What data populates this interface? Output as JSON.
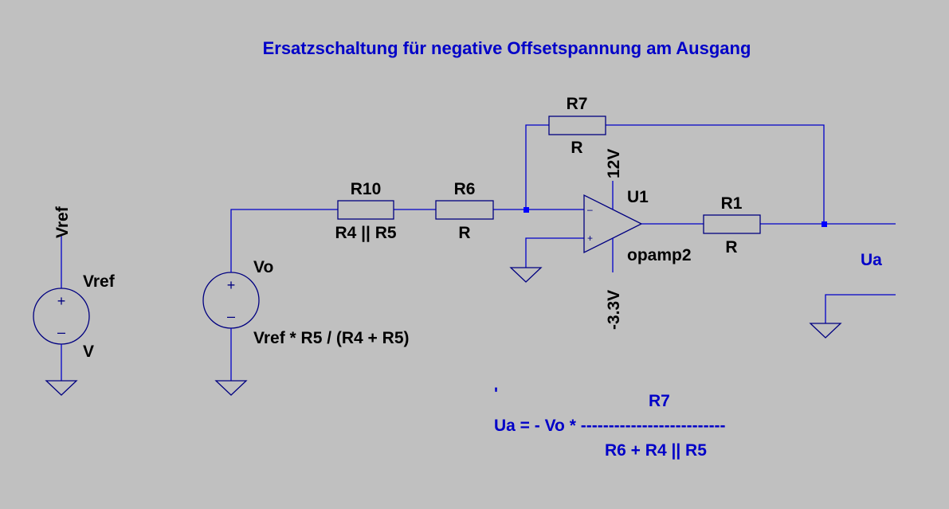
{
  "title": "Ersatzschaltung für negative Offsetspannung am Ausgang",
  "vref_source": {
    "net_label": "Vref",
    "name": "Vref",
    "value": "V",
    "plus_sign": "+",
    "minus_sign": "–"
  },
  "vo_source": {
    "name": "Vo",
    "value": "Vref * R5 / (R4 + R5)",
    "plus_sign": "+",
    "minus_sign": "–"
  },
  "resistors": {
    "r10": {
      "name": "R10",
      "value": "R4 || R5"
    },
    "r6": {
      "name": "R6",
      "value": "R"
    },
    "r7": {
      "name": "R7",
      "value": "R"
    },
    "r1": {
      "name": "R1",
      "value": "R"
    }
  },
  "opamp": {
    "name": "U1",
    "model": "opamp2",
    "supply_pos": "12V",
    "supply_neg": "-3.3V",
    "inv_sign": "–",
    "noninv_sign": "+"
  },
  "output_label": "Ua",
  "formula": {
    "mark": "'",
    "numerator": "R7",
    "lhs": "Ua = - Vo * --------------------------",
    "denominator": "R6 + R4 || R5"
  },
  "colors": {
    "background": "#c0c0c0",
    "wire": "#0000c8",
    "symbol": "#000080",
    "junction": "#0000ff"
  }
}
